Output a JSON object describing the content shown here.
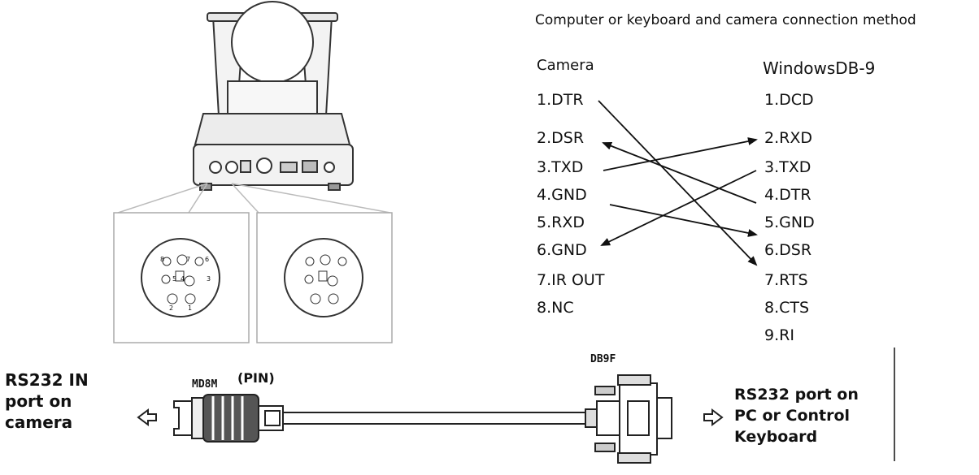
{
  "heading": "Computer or keyboard and camera connection method",
  "camera_column": {
    "title": "Camera",
    "pins": [
      "1.DTR",
      "2.DSR",
      "3.TXD",
      "4.GND",
      "5.RXD",
      "6.GND",
      "7.IR OUT",
      "8.NC"
    ]
  },
  "windows_column": {
    "title": "WindowsDB-9",
    "pins": [
      "1.DCD",
      "2.RXD",
      "3.TXD",
      "4.DTR",
      "5.GND",
      "6.DSR",
      "7.RTS",
      "8.CTS",
      "9.RI"
    ]
  },
  "cable": {
    "left_connector": "MD8M",
    "left_connector_suffix": "(PIN)",
    "right_connector": "DB9F",
    "left_caption": [
      "RS232 IN",
      "port on",
      "camera"
    ],
    "right_caption": [
      "RS232 port on",
      "PC or Control",
      "Keyboard"
    ]
  },
  "connector_pin_numbers": [
    "8",
    "7",
    "6",
    "5",
    "4",
    "3",
    "2",
    "1"
  ]
}
